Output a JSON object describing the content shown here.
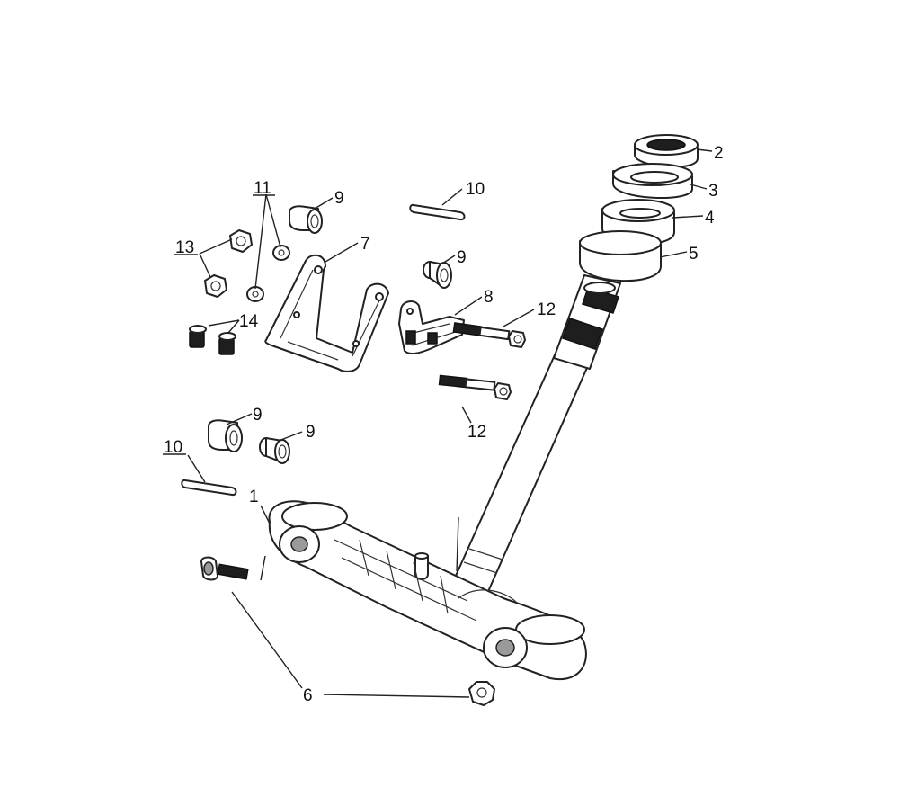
{
  "callouts": {
    "c1": "1",
    "c2": "2",
    "c3": "3",
    "c4": "4",
    "c5": "5",
    "c6": "6",
    "c7": "7",
    "c8": "8",
    "c9a": "9",
    "c9b": "9",
    "c9c": "9",
    "c9d": "9",
    "c10a": "10",
    "c10b": "10",
    "c11": "11",
    "c12a": "12",
    "c12b": "12",
    "c13": "13",
    "c14": "14"
  },
  "colors": {
    "line": "#222222",
    "fill": "#ffffff",
    "dark": "#1e1e1e"
  }
}
